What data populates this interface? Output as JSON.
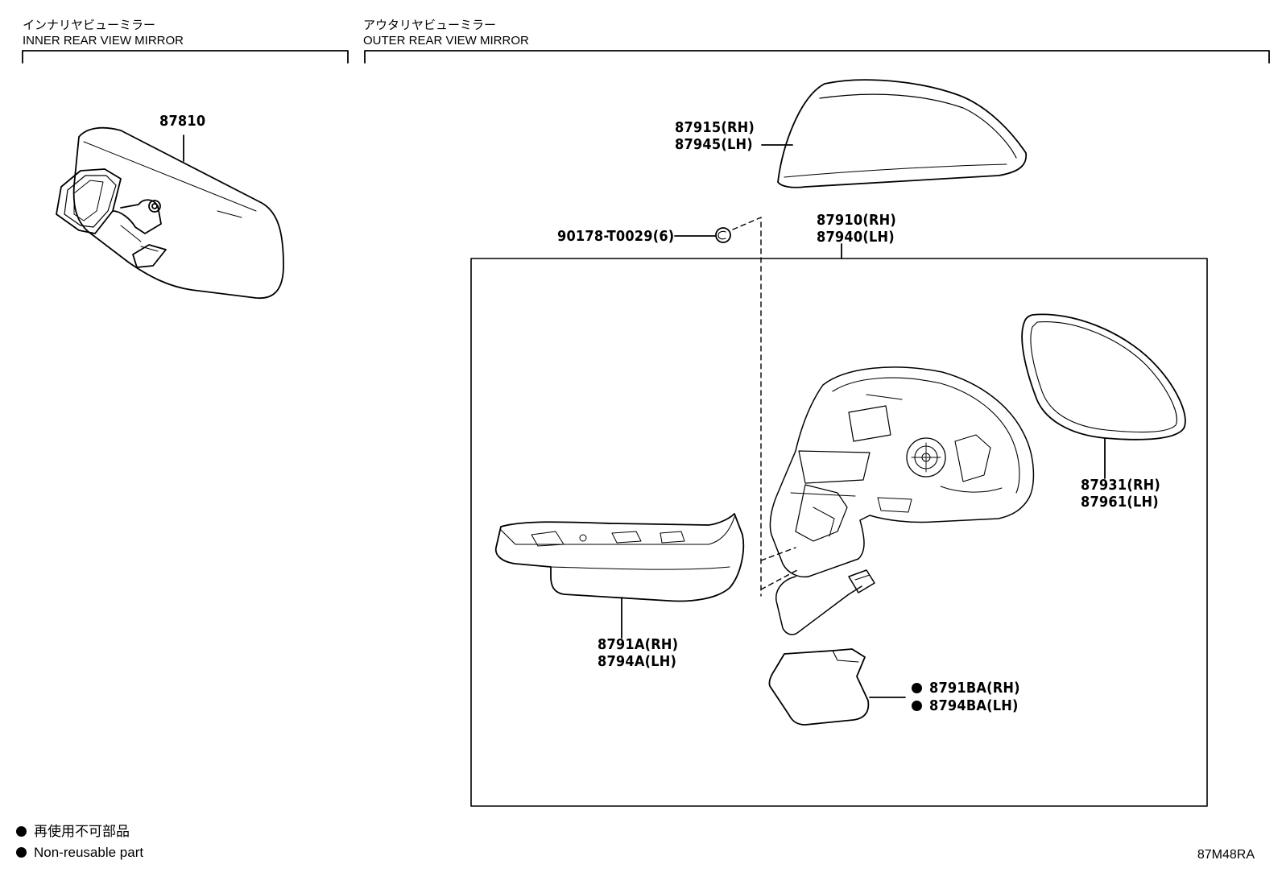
{
  "sections": {
    "inner": {
      "title_jp": "インナリヤビューミラー",
      "title_en": "INNER REAR VIEW MIRROR"
    },
    "outer": {
      "title_jp": "アウタリヤビューミラー",
      "title_en": "OUTER REAR VIEW MIRROR"
    }
  },
  "parts": {
    "inner_mirror": "87810",
    "cover_rh": "87915(RH)",
    "cover_lh": "87945(LH)",
    "screw": "90178-T0029(6)",
    "assembly_rh": "87910(RH)",
    "assembly_lh": "87940(LH)",
    "glass_rh": "87931(RH)",
    "glass_lh": "87961(LH)",
    "lamp_rh": "8791A(RH)",
    "lamp_lh": "8794A(LH)",
    "gasket_rh": "8791BA(RH)",
    "gasket_lh": "8794BA(LH)"
  },
  "legend": {
    "jp": "再使用不可部品",
    "en": "Non-reusable part"
  },
  "figure_id": "87M48RA",
  "colors": {
    "ink": "#000000",
    "background": "#ffffff"
  }
}
